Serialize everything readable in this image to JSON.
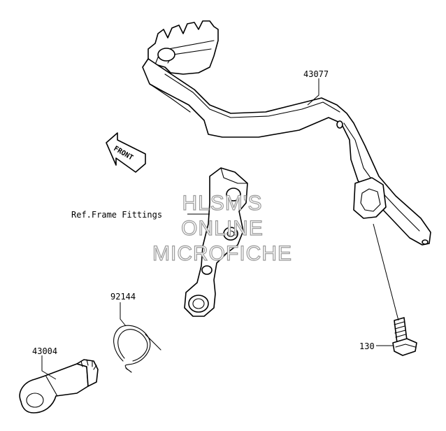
{
  "callouts": {
    "pedal": "43077",
    "frame_ref": "Ref.Frame Fittings",
    "spring": "92144",
    "shaft": "43004",
    "bolt": "130"
  },
  "front_arrow": "FRONT",
  "watermark": [
    "HLSM'S",
    "ONLINE",
    "MICROFICHE"
  ]
}
